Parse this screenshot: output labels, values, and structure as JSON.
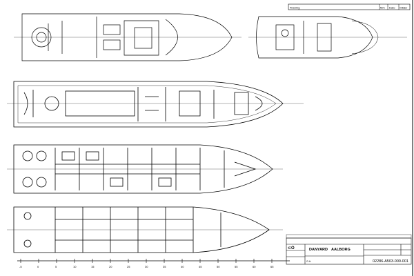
{
  "revision_table": {
    "revision_label": "Rvsning",
    "mark_label": "Mrk",
    "date_label": "Dato",
    "initials_label": "Initialer"
  },
  "title_block": {
    "company": "DANYARD",
    "city": "AALBORG",
    "drawing_type": "G.A.",
    "drawing_number": "02286-A503-000-001"
  },
  "ruler": {
    "labels": [
      "-5",
      "0",
      "5",
      "10",
      "15",
      "20",
      "25",
      "30",
      "35",
      "40",
      "45",
      "50",
      "55",
      "60",
      "65"
    ]
  }
}
